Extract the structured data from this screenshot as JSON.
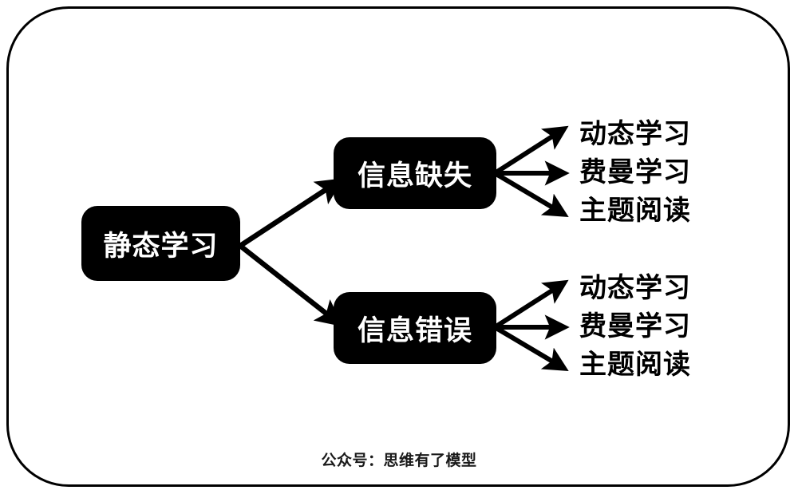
{
  "frame": {
    "border_color": "#000000",
    "background": "#ffffff"
  },
  "diagram": {
    "type": "mind-map",
    "node_fill": "#000000",
    "node_text_color": "#ffffff",
    "leaf_text_color": "#000000",
    "root": {
      "label": "静态学习"
    },
    "branches": [
      {
        "label": "信息缺失",
        "leaves": [
          {
            "label": "动态学习"
          },
          {
            "label": "费曼学习"
          },
          {
            "label": "主题阅读"
          }
        ]
      },
      {
        "label": "信息错误",
        "leaves": [
          {
            "label": "动态学习"
          },
          {
            "label": "费曼学习"
          },
          {
            "label": "主题阅读"
          }
        ]
      }
    ]
  },
  "footer": {
    "caption": "公众号：思维有了模型"
  }
}
